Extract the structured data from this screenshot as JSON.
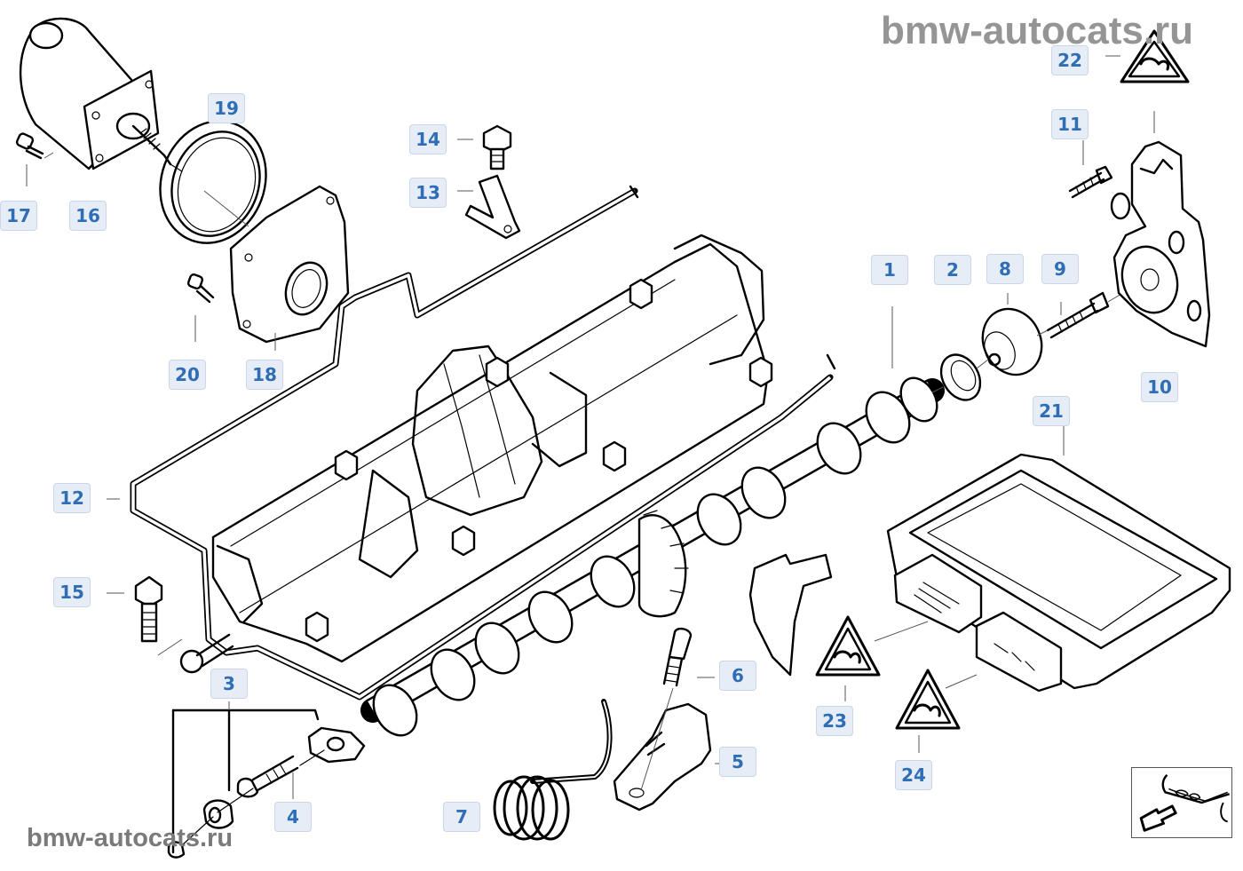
{
  "watermarks": {
    "top": "bmw-autocats.ru",
    "bottom": "bmw-autocats.ru"
  },
  "diagram": {
    "title": "Camshaft / Valvetronic components exploded view",
    "callouts": [
      {
        "id": "1",
        "label": "1",
        "part": "camshaft"
      },
      {
        "id": "2",
        "label": "2",
        "part": "needle-bearing"
      },
      {
        "id": "3",
        "label": "3",
        "part": "bolt-set"
      },
      {
        "id": "4",
        "label": "4",
        "part": "screw-with-bushing"
      },
      {
        "id": "5",
        "label": "5",
        "part": "bracket"
      },
      {
        "id": "6",
        "label": "6",
        "part": "screw"
      },
      {
        "id": "7",
        "label": "7",
        "part": "torsion-spring"
      },
      {
        "id": "8",
        "label": "8",
        "part": "roller"
      },
      {
        "id": "9",
        "label": "9",
        "part": "screw"
      },
      {
        "id": "10",
        "label": "10",
        "part": "eccentric-shaft-sensor"
      },
      {
        "id": "11",
        "label": "11",
        "part": "screw"
      },
      {
        "id": "12",
        "label": "12",
        "part": "oil-line"
      },
      {
        "id": "13",
        "label": "13",
        "part": "holder"
      },
      {
        "id": "14",
        "label": "14",
        "part": "hex-bolt"
      },
      {
        "id": "15",
        "label": "15",
        "part": "hex-bolt"
      },
      {
        "id": "16",
        "label": "16",
        "part": "servomotor"
      },
      {
        "id": "17",
        "label": "17",
        "part": "screw"
      },
      {
        "id": "18",
        "label": "18",
        "part": "bearing-flange"
      },
      {
        "id": "19",
        "label": "19",
        "part": "gasket-ring"
      },
      {
        "id": "20",
        "label": "20",
        "part": "screw"
      },
      {
        "id": "21",
        "label": "21",
        "part": "control-unit"
      },
      {
        "id": "22",
        "label": "22",
        "part": "esd-warning-label"
      },
      {
        "id": "23",
        "label": "23",
        "part": "esd-warning-label"
      },
      {
        "id": "24",
        "label": "24",
        "part": "esd-warning-label"
      }
    ]
  },
  "navigation": {
    "thumbnail": "front-view-navigation-icon"
  }
}
